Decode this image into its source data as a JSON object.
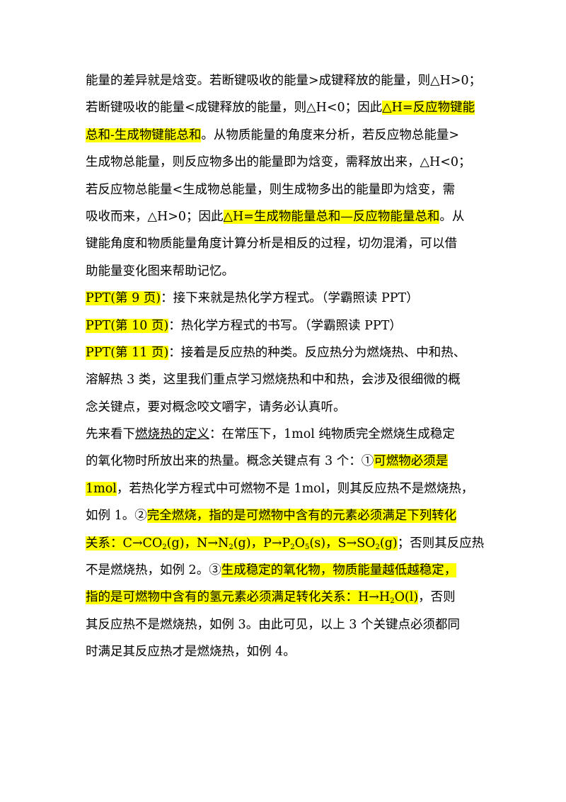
{
  "document": {
    "highlight_color": "#ffff00",
    "lines": [
      [
        {
          "t": "能量的差异就是焓变。若断键吸收的能量>成键释放的能量，则△H>0；"
        }
      ],
      [
        {
          "t": "若断键吸收的能量<成键释放的能量，则△H<0；因此"
        },
        {
          "t": "△H=反应物键能",
          "hl": true
        }
      ],
      [
        {
          "t": "总和-生成物键能总和",
          "hl": true
        },
        {
          "t": "。从物质能量的角度来分析，若反应物总能量>"
        }
      ],
      [
        {
          "t": "生成物总能量，则反应物多出的能量即为焓变，需释放出来，△H<0；"
        }
      ],
      [
        {
          "t": "若反应物总能量<生成物总能量，则生成物多出的能量即为焓变，需"
        }
      ],
      [
        {
          "t": "吸收而来，△H>0；因此"
        },
        {
          "t": "△H=生成物能量总和—反应物能量总和",
          "hl": true
        },
        {
          "t": "。从"
        }
      ],
      [
        {
          "t": "键能角度和物质能量角度计算分析是相反的过程，切勿混淆，可以借"
        }
      ],
      [
        {
          "t": "助能量变化图来帮助记忆。"
        }
      ],
      [
        {
          "t": "PPT(第  9 页)",
          "hl": true
        },
        {
          "t": "：接下来就是热化学方程式。（学霸照读  PPT）"
        }
      ],
      [
        {
          "t": "PPT(第  10 页)",
          "hl": true
        },
        {
          "t": "：热化学方程式的书写。（学霸照读  PPT）"
        }
      ],
      [
        {
          "t": "PPT(第  11 页)",
          "hl": true
        },
        {
          "t": "：接着是反应热的种类。反应热分为燃烧热、中和热、"
        }
      ],
      [
        {
          "t": "溶解热  3 类，这里我们重点学习燃烧热和中和热，会涉及很细微的概"
        }
      ],
      [
        {
          "t": "念关键点，要对概念咬文嚼字，请务必认真听。"
        }
      ],
      [
        {
          "t": "先来看下"
        },
        {
          "t": "燃烧热的定义",
          "ul": true
        },
        {
          "t": "：在常压下，1mol 纯物质完全燃烧生成稳定"
        }
      ],
      [
        {
          "t": "的氧化物时所放出来的热量。概念关键点有  3 个：①"
        },
        {
          "t": "可燃物必须是",
          "hl": true
        }
      ],
      [
        {
          "t": "1mol",
          "hl": true
        },
        {
          "t": "，若热化学方程式中可燃物不是  1mol，则其反应热不是燃烧热，"
        }
      ],
      [
        {
          "t": "如例  1。②"
        },
        {
          "t": "完全燃烧，指的是可燃物中含有的元素必须满足下列转化",
          "hl": true
        }
      ],
      [
        {
          "hl": true,
          "parts": [
            {
              "t": "关系：C→CO"
            },
            {
              "t": "2",
              "sub": true
            },
            {
              "t": "(g)，N→N"
            },
            {
              "t": "2",
              "sub": true
            },
            {
              "t": "(g)，P→P"
            },
            {
              "t": "2",
              "sub": true
            },
            {
              "t": "O"
            },
            {
              "t": "5",
              "sub": true
            },
            {
              "t": "(s)，S→SO"
            },
            {
              "t": "2",
              "sub": true
            },
            {
              "t": "(g)"
            }
          ]
        },
        {
          "t": "；否则其反应热"
        }
      ],
      [
        {
          "t": "不是燃烧热，如例  2。③"
        },
        {
          "t": "生成稳定的氧化物，物质能量越低越稳定，",
          "hl": true
        }
      ],
      [
        {
          "hl": true,
          "parts": [
            {
              "t": "指的是可燃物中含有的氢元素必须满足转化关系：H→H"
            },
            {
              "t": "2",
              "sub": true
            },
            {
              "t": "O(l)"
            }
          ]
        },
        {
          "t": "，否则"
        }
      ],
      [
        {
          "t": "其反应热不是燃烧热，如例  3。由此可见，以上  3 个关键点必须都同"
        }
      ],
      [
        {
          "t": "时满足其反应热才是燃烧热，如例  4。"
        }
      ]
    ]
  }
}
